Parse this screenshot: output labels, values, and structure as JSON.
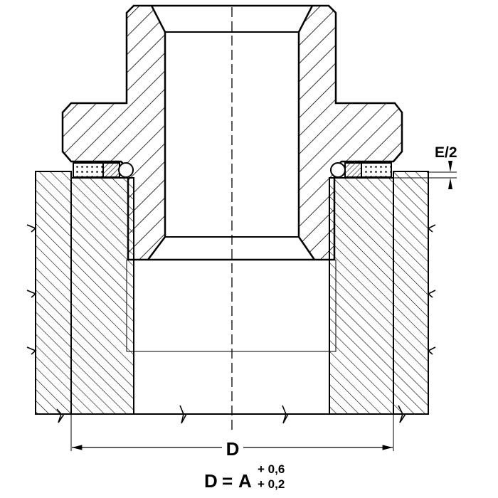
{
  "drawing": {
    "dimension_label": "D",
    "gap_label": "E/2",
    "formula": {
      "lhs": "D",
      "equals": "=",
      "base": "A",
      "upper_tolerance": "+ 0,6",
      "lower_tolerance": "+ 0,2"
    },
    "colors": {
      "line": "#000000",
      "background": "#ffffff"
    }
  }
}
